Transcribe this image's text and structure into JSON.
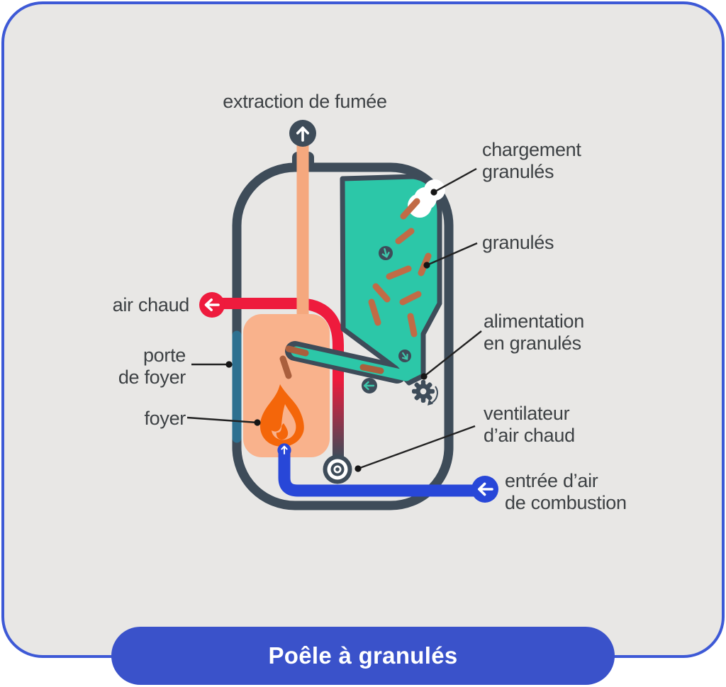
{
  "title": {
    "text": "Poêle à granulés"
  },
  "labels": {
    "extraction_fumee": "extraction de fumée",
    "chargement_granules": "chargement\ngranulés",
    "granules": "granulés",
    "alimentation_granules": "alimentation\nen granulés",
    "ventilateur_air_chaud": "ventilateur\nd’air chaud",
    "entree_air_combustion": "entrée d’air\nde combustion",
    "air_chaud": "air chaud",
    "porte_de_foyer": "porte\nde foyer",
    "foyer": "foyer"
  },
  "icons": {
    "smoke_up_arrow": "↑",
    "hot_air_left_arrow": "←",
    "combustion_air_left_arrow": "←",
    "pellet_down_arrow": "↓",
    "auger_left_arrow": "←",
    "burner_up_arrow": "↑",
    "auger_gear": "⚙",
    "hot_air_fan": "◎",
    "flame": "🔥"
  },
  "colors": {
    "card_background": "#e8e7e5",
    "card_border": "#3d59d6",
    "banner_background": "#3a52ca",
    "banner_text": "#ffffff",
    "stove_outline": "#3e4c59",
    "hopper_teal": "#2cc7a8",
    "pellet_brown": "#c16b46",
    "firebox_salmon": "#f9b28c",
    "chimney_pipe": "#f5a87e",
    "flame_orange": "#f4660a",
    "hot_air_red": "#ee1b3d",
    "combustion_air_blue": "#2847d8",
    "door_steel_blue": "#2d7090",
    "label_text": "#3d4144"
  }
}
